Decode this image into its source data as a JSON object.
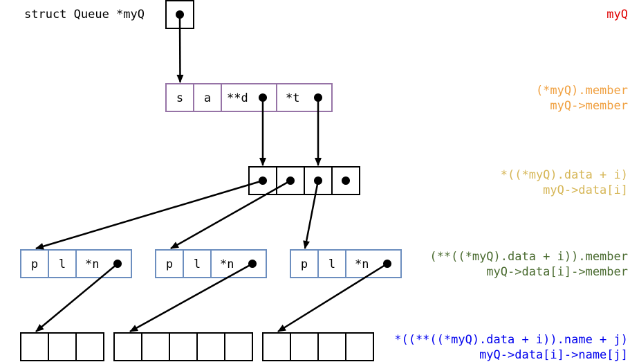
{
  "colors": {
    "black": "#000000",
    "purple": "#9673a6",
    "steel": "#6c8ebf",
    "red": "#e00000",
    "orange": "#f0a040",
    "gold": "#d6b656",
    "green": "#4a6b30",
    "blue": "#0000ee"
  },
  "pointer": {
    "declaration": "struct Queue *myQ"
  },
  "queue_struct": {
    "fields": [
      "s",
      "a",
      "**d",
      "*t"
    ]
  },
  "node_struct": {
    "fields": [
      "p",
      "l",
      "*n"
    ]
  },
  "notes": {
    "level0": {
      "lines": [
        "myQ"
      ],
      "color": "red"
    },
    "level1": {
      "lines": [
        "(*myQ).member",
        "myQ->member"
      ],
      "color": "orange"
    },
    "level2": {
      "lines": [
        "*((*myQ).data + i)",
        "myQ->data[i]"
      ],
      "color": "gold"
    },
    "level3": {
      "lines": [
        "(**((*myQ).data + i)).member",
        "myQ->data[i]->member"
      ],
      "color": "green"
    },
    "level4": {
      "lines": [
        "*((**((*myQ).data + i)).name + j)",
        "myQ->data[i]->name[j]"
      ],
      "color": "blue"
    }
  }
}
